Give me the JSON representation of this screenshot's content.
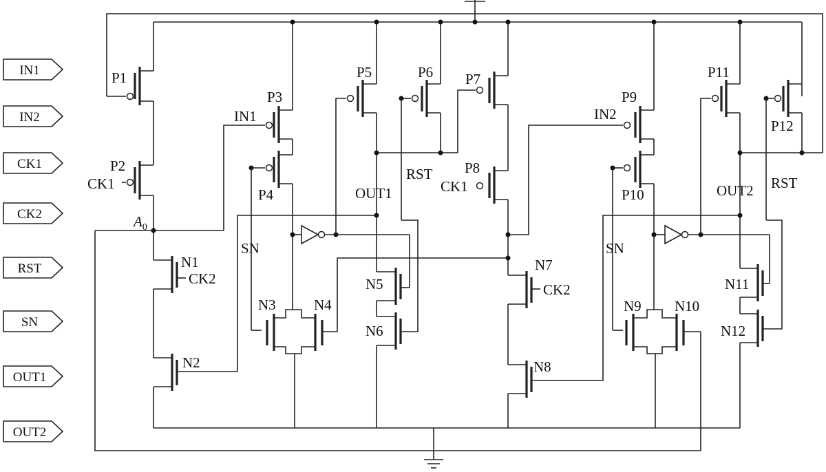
{
  "pins": [
    "IN1",
    "IN2",
    "CK1",
    "CK2",
    "RST",
    "SN",
    "OUT1",
    "OUT2"
  ],
  "transistors": {
    "P1": "P1",
    "P2": "P2",
    "P3": "P3",
    "P4": "P4",
    "P5": "P5",
    "P6": "P6",
    "P7": "P7",
    "P8": "P8",
    "P9": "P9",
    "P10": "P10",
    "P11": "P11",
    "P12": "P12",
    "N1": "N1",
    "N2": "N2",
    "N3": "N3",
    "N4": "N4",
    "N5": "N5",
    "N6": "N6",
    "N7": "N7",
    "N8": "N8",
    "N9": "N9",
    "N10": "N10",
    "N11": "N11",
    "N12": "N12"
  },
  "signals": {
    "in1": "IN1",
    "in2": "IN2",
    "ck1": "CK1",
    "ck2": "CK2",
    "rst": "RST",
    "sn": "SN",
    "out1": "OUT1",
    "out2": "OUT2"
  },
  "nodes": {
    "a0_main": "A",
    "a0_sub": "0"
  },
  "colors": {
    "ink": "#222222",
    "background": "#ffffff"
  }
}
